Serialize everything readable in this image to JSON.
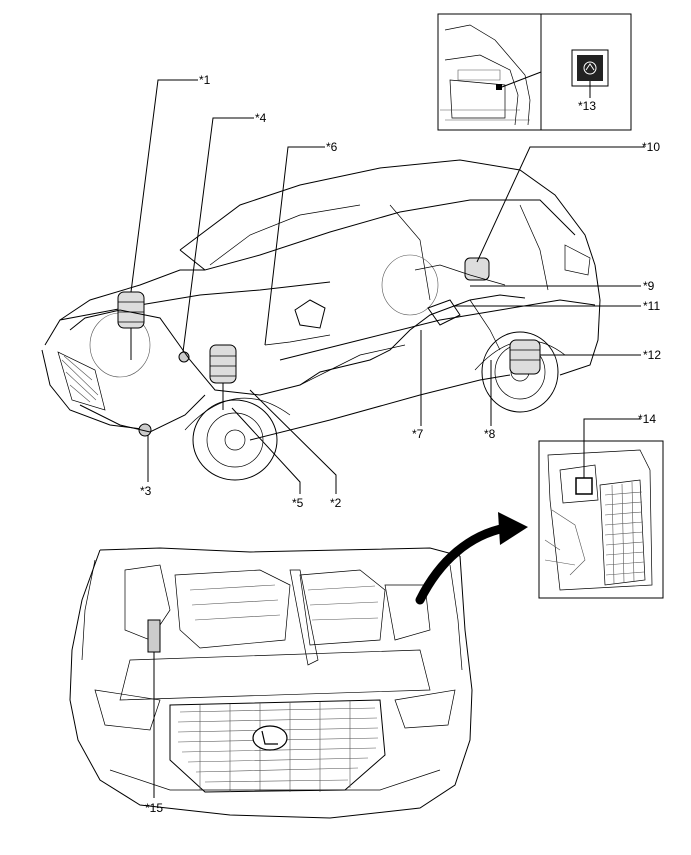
{
  "callouts": {
    "c1": "*1",
    "c2": "*2",
    "c3": "*3",
    "c4": "*4",
    "c5": "*5",
    "c6": "*6",
    "c7": "*7",
    "c8": "*8",
    "c9": "*9",
    "c10": "*10",
    "c11": "*11",
    "c12": "*12",
    "c13": "*13",
    "c14": "*14",
    "c15": "*15"
  },
  "icons": {
    "engine_hood_emblem": "lexus-emblem-icon",
    "switch_symbol": "height-control-switch-icon",
    "arrow": "curved-arrow-icon"
  }
}
